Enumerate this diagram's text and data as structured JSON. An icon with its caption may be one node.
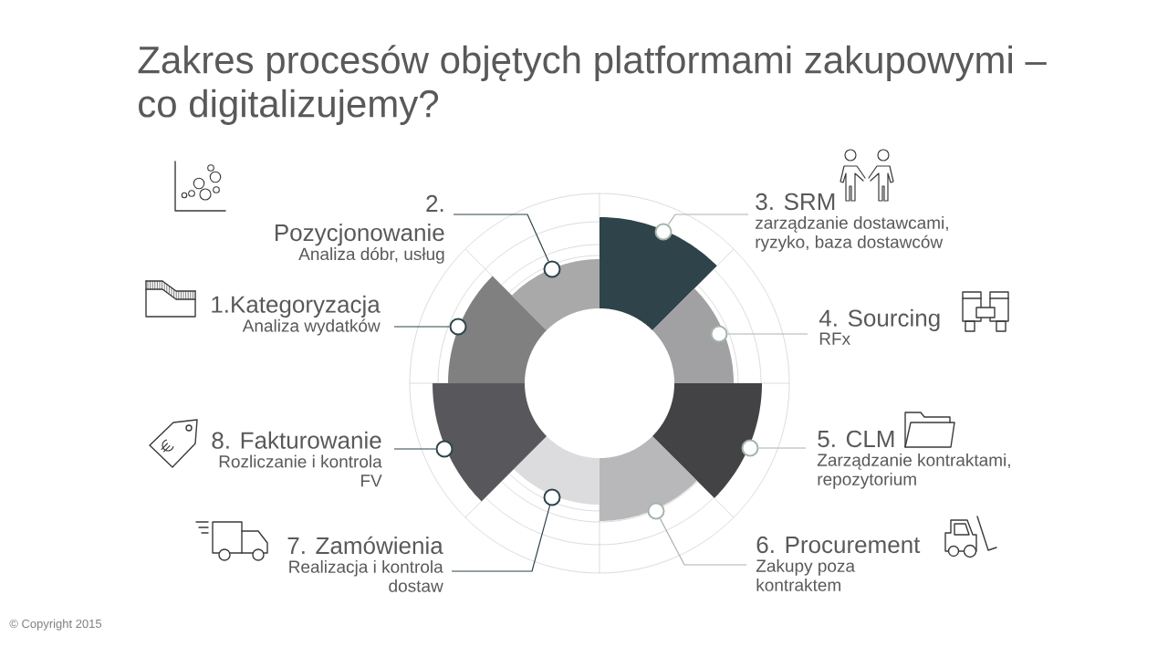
{
  "diagram": {
    "title": "Zakres procesów objętych platformami zakupowymi – co digitalizujemy?",
    "nodes": [
      {
        "text": [
          "1.Kategoryzacja",
          "Analiza wydatków"
        ]
      },
      {
        "text": [
          "2. Pozycjonowanie",
          "Analiza dóbr, usług"
        ]
      },
      {
        "text": [
          "3. SRM",
          "zarządzanie dostawcami, ryzyko, baza dostawców"
        ]
      },
      {
        "text": [
          "4. Sourcing",
          "RFx"
        ]
      },
      {
        "text": [
          "5. CLM",
          "Zarządzanie kontraktami, repozytorium"
        ]
      },
      {
        "text": [
          "6. Procurement",
          "Zakupy poza kontraktem"
        ]
      },
      {
        "text": [
          "7. Zamówienia",
          "Realizacja i kontrola dostaw"
        ]
      },
      {
        "text": [
          "8. Fakturowanie",
          "Rozliczanie i kontrola FV"
        ]
      },
      {
        "text": [],
        "shape": "circle"
      },
      {
        "text": [],
        "shape": "circle"
      },
      {
        "text": [],
        "shape": "circle"
      },
      {
        "text": [],
        "shape": "circle"
      },
      {
        "text": [],
        "shape": "circle"
      },
      {
        "text": [],
        "shape": "circle"
      },
      {
        "text": [],
        "shape": "circle"
      },
      {
        "text": [],
        "shape": "circle"
      }
    ],
    "edges": [
      {
        "from": 0,
        "to": 8,
        "arrow": "none"
      },
      {
        "from": 1,
        "to": 9,
        "arrow": "none"
      },
      {
        "from": 2,
        "to": 10,
        "arrow": "none",
        "color": "#a9b3ae"
      },
      {
        "from": 3,
        "to": 11,
        "arrow": "none",
        "color": "#a9b3ae"
      },
      {
        "from": 4,
        "to": 12,
        "arrow": "none",
        "color": "#a9b3ae"
      },
      {
        "from": 5,
        "to": 13,
        "arrow": "none",
        "color": "#a9b3ae"
      },
      {
        "from": 6,
        "to": 14,
        "arrow": "none"
      },
      {
        "from": 7,
        "to": 15,
        "arrow": "none"
      }
    ],
    "labels": [
      "© Copyright 2015"
    ]
  }
}
